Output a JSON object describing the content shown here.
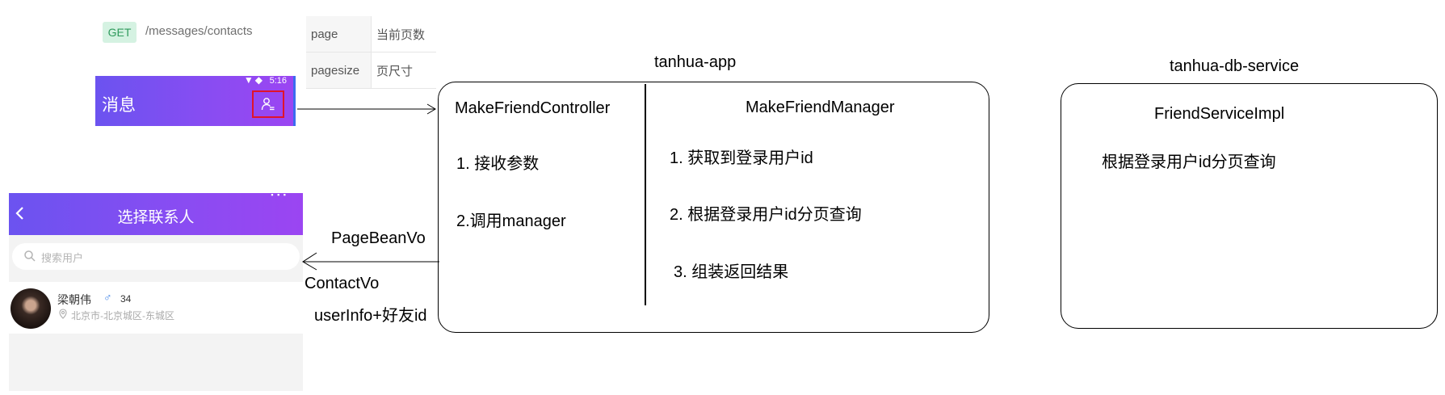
{
  "api": {
    "method": "GET",
    "path": "/messages/contacts",
    "params": [
      {
        "name": "page",
        "desc": "当前页数"
      },
      {
        "name": "pagesize",
        "desc": "页尺寸"
      }
    ]
  },
  "phone_header": {
    "status_time": "5:16",
    "title": "消息"
  },
  "contact_picker": {
    "title": "选择联系人",
    "search_placeholder": "搜索用户",
    "contact": {
      "name": "梁朝伟",
      "gender_symbol": "♂",
      "age": "34",
      "location": "北京市-北京城区-东城区"
    }
  },
  "diagram": {
    "app_title": "tanhua-app",
    "db_title": "tanhua-db-service",
    "controller": {
      "name": "MakeFriendController",
      "steps": [
        "1. 接收参数",
        "2.调用manager"
      ]
    },
    "manager": {
      "name": "MakeFriendManager",
      "steps": [
        "1. 获取到登录用户id",
        "2. 根据登录用户id分页查询",
        "3. 组装返回结果"
      ]
    },
    "service": {
      "name": "FriendServiceImpl",
      "steps": [
        "根据登录用户id分页查询"
      ]
    },
    "return_labels": {
      "pagebean": "PageBeanVo",
      "contact": "ContactVo",
      "userinfo": "userInfo+好友id"
    }
  },
  "colors": {
    "accent_purple": "#8a4cf2",
    "highlight_red": "#e0142b",
    "get_badge_bg": "#d5f2e2",
    "get_badge_text": "#2f9a5c"
  }
}
